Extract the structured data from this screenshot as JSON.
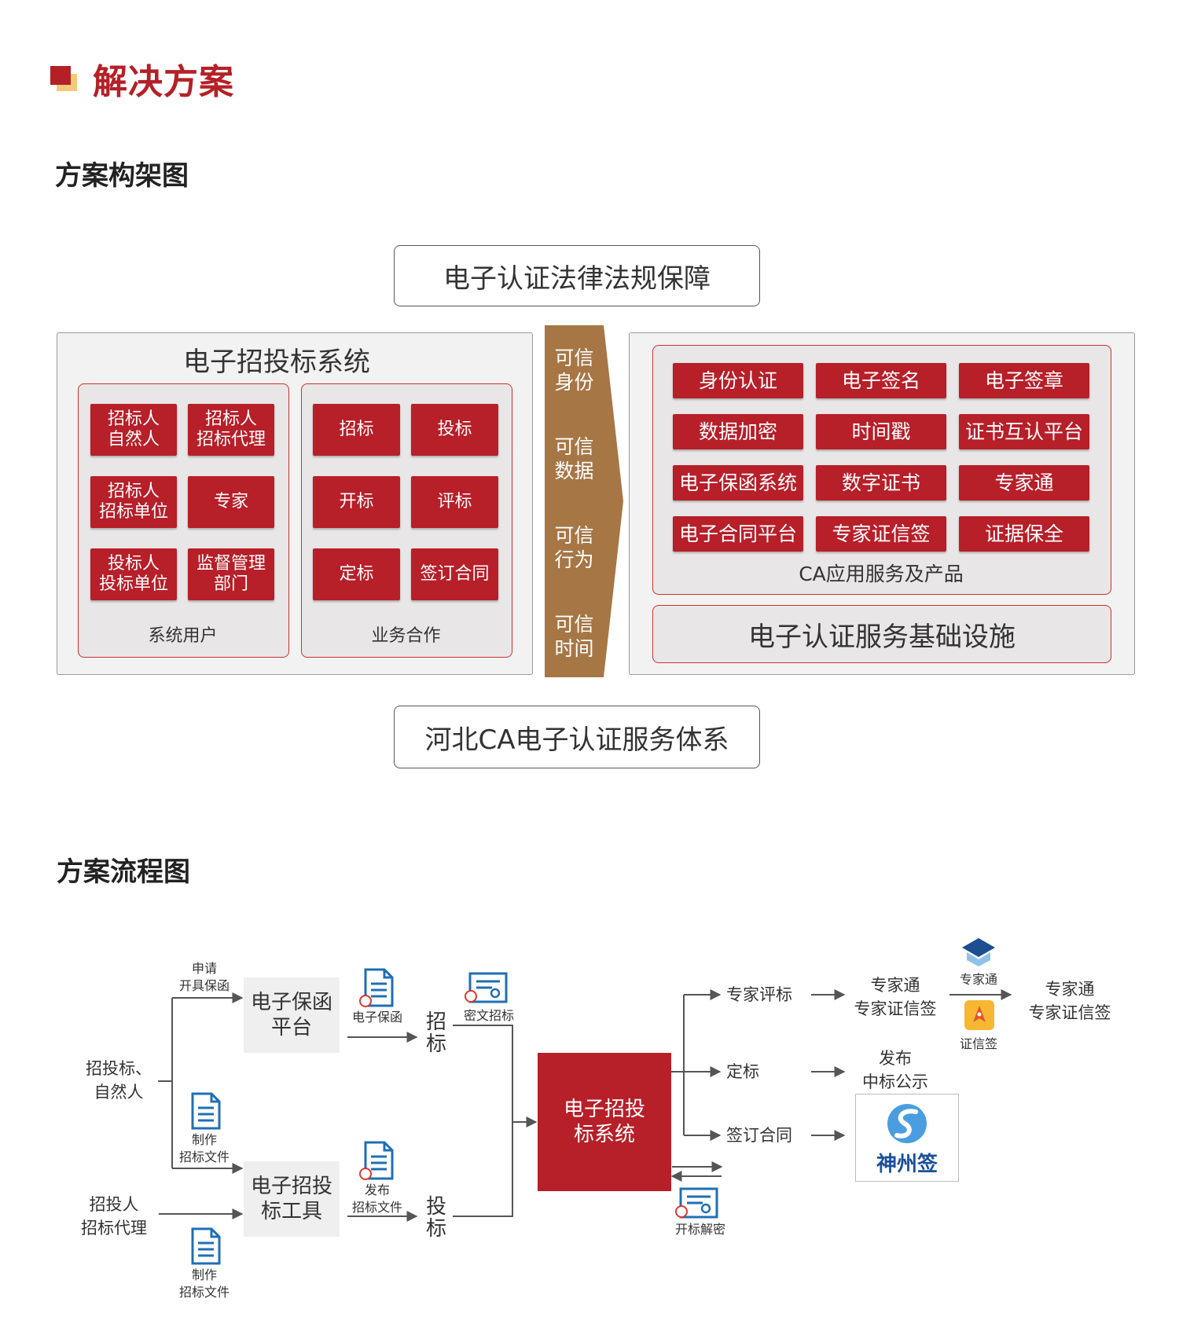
{
  "header": {
    "title": "解决方案"
  },
  "section1": {
    "title": "方案构架图",
    "top_box": "电子认证法律法规保障",
    "bottom_box": "河北CA电子认证服务体系",
    "left_panel": {
      "title": "电子招投标系统",
      "users": {
        "caption": "系统用户",
        "items": [
          "招标人\n自然人",
          "招标人\n招标代理",
          "招标人\n招标单位",
          "专家",
          "投标人\n投标单位",
          "监督管理\n部门"
        ]
      },
      "business": {
        "caption": "业务合作",
        "items": [
          "招标",
          "投标",
          "开标",
          "评标",
          "定标",
          "签订合同"
        ]
      }
    },
    "middle_arrow": [
      "可信\n身份",
      "可信\n数据",
      "可信\n行为",
      "可信\n时间"
    ],
    "right_panel": {
      "services": [
        "身份认证",
        "电子签名",
        "电子签章",
        "数据加密",
        "时间戳",
        "证书互认平台",
        "电子保函系统",
        "数字证书",
        "专家通",
        "电子合同平台",
        "专家证信签",
        "证据保全"
      ],
      "caption": "CA应用服务及产品",
      "infra": "电子认证服务基础设施"
    }
  },
  "section2": {
    "title": "方案流程图",
    "actor_top": "招投标、\n自然人",
    "actor_bottom": "招投人\n招标代理",
    "label_apply": "申请\n开具保函",
    "label_make_mid": "制作\n招标文件",
    "label_make_bottom": "制作\n招标文件",
    "box_guarantee": "电子保函\n平台",
    "box_tool": "电子招投\n标工具",
    "doc_guarantee": "电子保函",
    "doc_publish": "发布\n招标文件",
    "vert_bid": "招\n标",
    "vert_tender": "投\n标",
    "cert_encrypt": "密文招标",
    "main_box": "电子招投\n标系统",
    "cert_decrypt": "开标解密",
    "branch_eval": "专家评标",
    "branch_award": "定标",
    "branch_contract": "签订合同",
    "result_eval": "专家通\n专家证信签",
    "result_award": "发布\n中标公示",
    "product_expert": "专家通",
    "product_sign": "证信签",
    "final_result": "专家通\n专家证信签",
    "logo_text": "神州签"
  }
}
